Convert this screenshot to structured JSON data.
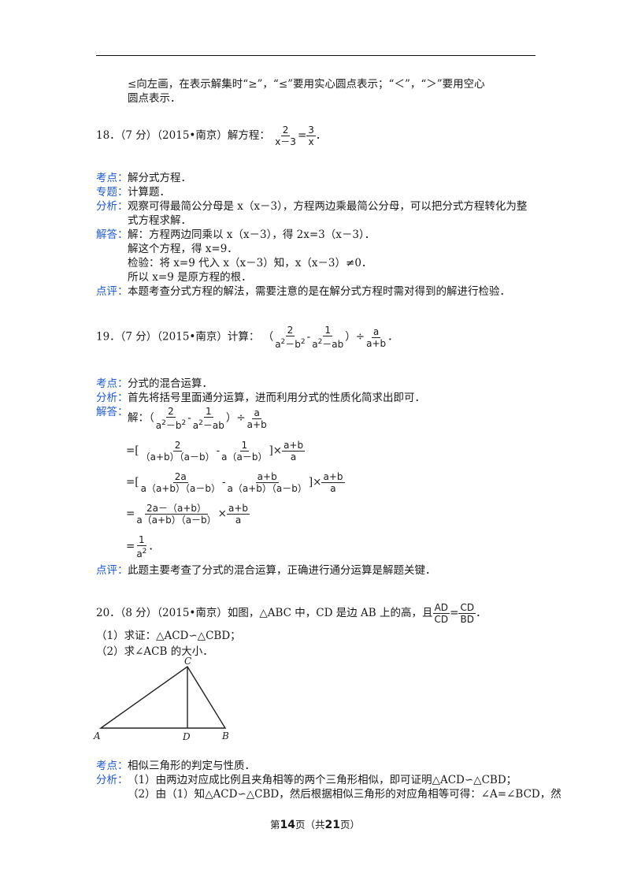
{
  "prev": {
    "line1": "≤向左画，在表示解集时“≥”，“≤”要用实心圆点表示；“＜”，“＞”要用空心",
    "line2": "圆点表示．"
  },
  "q18": {
    "header": "18．（7 分）（2015•南京）解方程：",
    "frac1_num": "2",
    "frac1_den": "x－3",
    "eq": "=",
    "frac2_num": "3",
    "frac2_den": "x",
    "end": "．",
    "kd_label": "考点：",
    "kd": "解分式方程．",
    "zt_label": "专题：",
    "zt": "计算题．",
    "fx_label": "分析：",
    "fx1": "观察可得最简公分母是 x（x－3），方程两边乘最简公分母，可以把分式方程转化为整",
    "fx2": "式方程求解．",
    "jd_label": "解答：",
    "jd1": "解：方程两边同乘以 x（x－3），得 2x=3（x－3）．",
    "jd2": "解这个方程，得 x=9．",
    "jd3": "检验：将 x=9 代入 x（x－3）知，x（x－3）≠0．",
    "jd4": "所以 x=9 是原方程的根．",
    "dp_label": "点评：",
    "dp": "本题考查分式方程的解法，需要注意的是在解分式方程时需对得到的解进行检验．"
  },
  "q19": {
    "header": "19．（7 分）（2015•南京）计算：",
    "open": "（",
    "f1_num": "2",
    "f1_den_a": "a",
    "f1_den_mid": "－b",
    "sup2": "2",
    "minus": "-",
    "f2_num": "1",
    "f2_den_a": "a",
    "f2_den_rest": "－ab",
    "close": "）÷",
    "f3_num": "a",
    "f3_den": "a+b",
    "end": "．",
    "kd_label": "考点：",
    "kd": "分式的混合运算．",
    "fx_label": "分析：",
    "fx": "首先将括号里面通分运算，进而利用分式的性质化简求出即可．",
    "jd_label": "解答：",
    "s1_prefix": "解：",
    "s2_prefix": "=[",
    "s2_f1_num": "2",
    "s2_f1_den": "（a+b）（a－b）",
    "s2_f2_num": "1",
    "s2_f2_den": "a（a－b）",
    "s2_close": "]×",
    "s2_f3_num": "a+b",
    "s2_f3_den": "a",
    "s3_prefix": "=[",
    "s3_f1_num": "2a",
    "s3_f1_den": "a（a+b）（a－b）",
    "s3_f2_num": "a+b",
    "s3_f2_den": "a（a+b）（a－b）",
    "s3_close": "]×",
    "s3_f3_num": "a+b",
    "s3_f3_den": "a",
    "s4_prefix": "=",
    "s4_f1_num": "2a－（a+b）",
    "s4_f1_den": "a（a+b）（a－b）",
    "s4_times": "×",
    "s4_f2_num": "a+b",
    "s4_f2_den": "a",
    "s5_prefix": "=",
    "s5_num": "1",
    "s5_den": "a",
    "s5_end": "．",
    "dp_label": "点评：",
    "dp": "此题主要考查了分式的混合运算，正确进行通分运算是解题关键．"
  },
  "q20": {
    "header": "20．（8 分）（2015•南京）如图，△ABC 中，CD 是边 AB 上的高，且",
    "f1_num": "AD",
    "f1_den": "CD",
    "eq": "=",
    "f2_num": "CD",
    "f2_den": "BD",
    "end": "．",
    "p1": "（1）求证：△ACD∽△CBD；",
    "p2": "（2）求∠ACB 的大小．",
    "fig_c": "C",
    "fig_a": "A",
    "fig_d": "D",
    "fig_b": "B",
    "kd_label": "考点：",
    "kd": "相似三角形的判定与性质．",
    "fx_label": "分析：",
    "fx1": "（1）由两边对应成比例且夹角相等的两个三角形相似，即可证明△ACD∽△CBD；",
    "fx2": "（2）由（1）知△ACD∽△CBD，然后根据相似三角形的对应角相等可得：∠A=∠BCD，然"
  },
  "footer": {
    "pre": "第",
    "page": "14",
    "mid": "页（共",
    "total": "21",
    "post": "页）"
  }
}
